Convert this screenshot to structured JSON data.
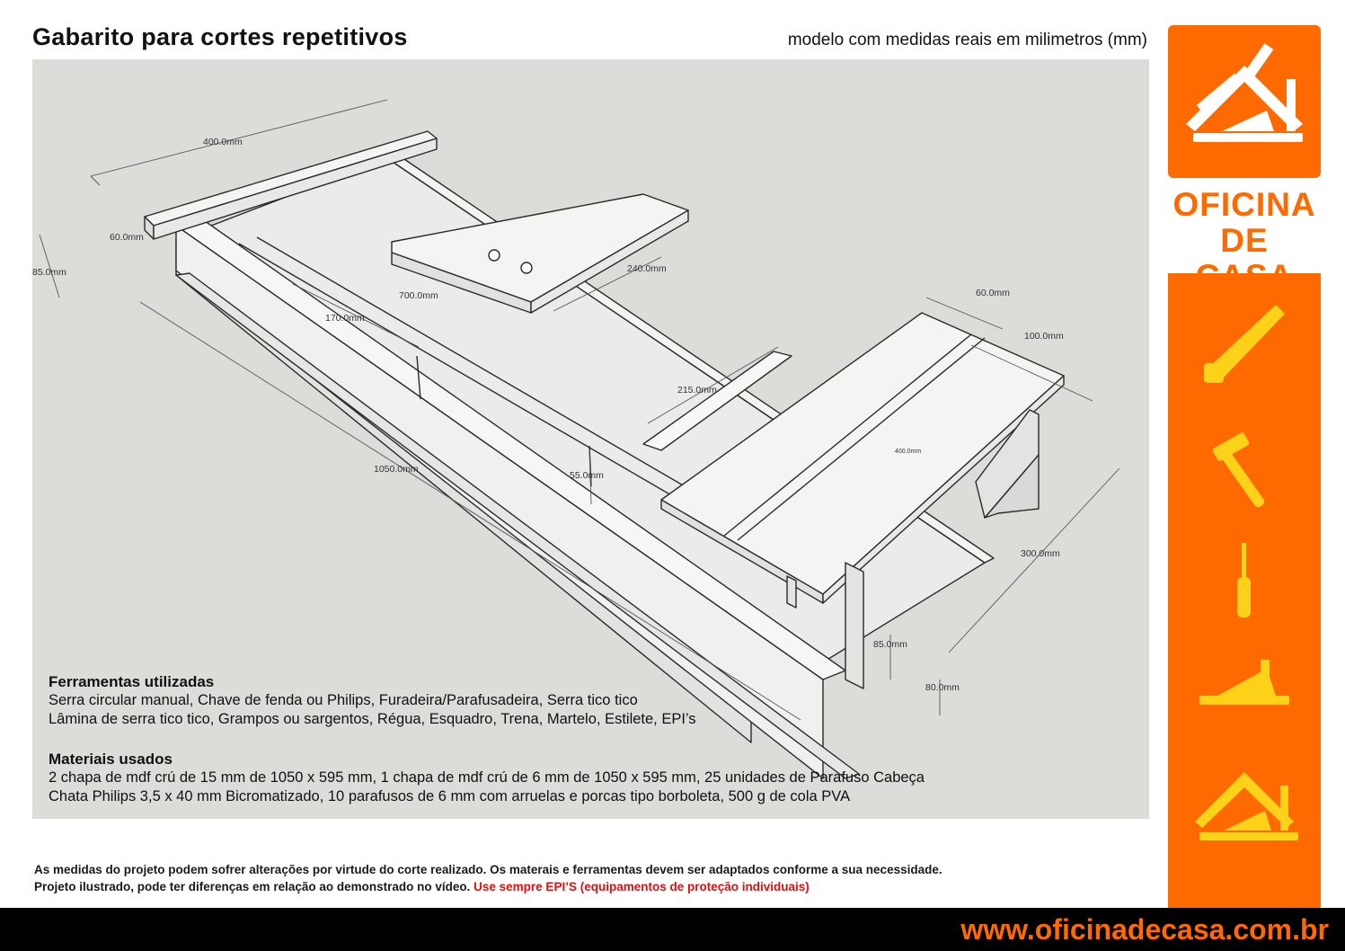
{
  "header": {
    "title": "Gabarito para cortes repetitivos",
    "subtitle": "modelo com medidas reais em milimetros (mm)"
  },
  "dimensions": {
    "d400_top": "400.0mm",
    "d60_left": "60.0mm",
    "d85_left": "85.0mm",
    "d700": "700.0mm",
    "d240": "240.0mm",
    "d170": "170.0mm",
    "d60_right": "60.0mm",
    "d100": "100.0mm",
    "d215": "215.0mm",
    "d400_small": "400.0mm",
    "d1050": "1050.0mm",
    "d55": "55.0mm",
    "d300": "300.0mm",
    "d85_right": "85.0mm",
    "d80": "80.0mm"
  },
  "tools": {
    "heading": "Ferramentas utilizadas",
    "line1": "Serra circular manual, Chave de fenda ou Philips, Furadeira/Parafusadeira, Serra tico tico",
    "line2": "Lâmina de serra tico tico, Grampos ou sargentos, Régua, Esquadro, Trena, Martelo, Estilete, EPI’s"
  },
  "materials": {
    "heading": "Materiais usados",
    "line1": "2 chapa de mdf crú de 15 mm de 1050 x 595 mm, 1 chapa de mdf crú de 6 mm de 1050 x 595 mm, 25 unidades de Parafuso Cabeça",
    "line2": "Chata Philips 3,5 x 40 mm Bicromatizado, 10 parafusos de 6 mm com arruelas e porcas tipo borboleta, 500 g de cola PVA"
  },
  "disclaimer": {
    "line1": "As medidas do projeto podem sofrer alterações por virtude do corte realizado. Os materais e ferramentas devem ser adaptados conforme a sua necessidade.",
    "line2_plain": "Projeto ilustrado, pode ter diferenças em relação ao demonstrado no vídeo.",
    "line2_warning": "Use sempre EPI’S (equipamentos de proteção individuais)"
  },
  "brand": {
    "line1": "OFICINA",
    "line2": "DE CASA",
    "url": "www.oficinadecasa.com.br"
  },
  "colors": {
    "accent": "#ff6a00",
    "warning": "#e01010",
    "panel": "#dcdcd9"
  },
  "icons": [
    "house-tools-logo-icon",
    "saw-icon",
    "hammer-icon",
    "screwdriver-icon",
    "plane-icon",
    "house-tools-icon"
  ]
}
